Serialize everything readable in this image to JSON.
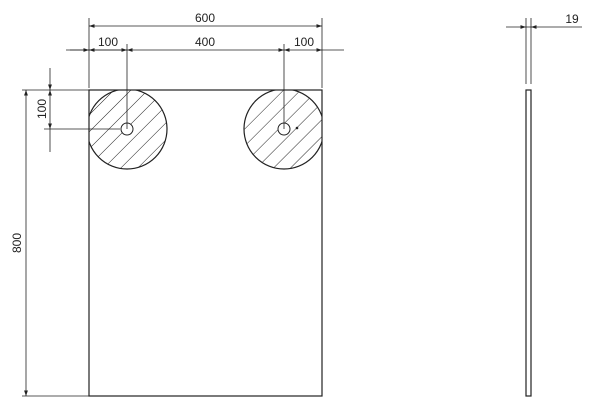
{
  "dimensions": {
    "overall_width": "600",
    "left_offset": "100",
    "hole_spacing": "400",
    "right_offset": "100",
    "top_offset": "100",
    "overall_height": "800",
    "thickness": "19"
  }
}
